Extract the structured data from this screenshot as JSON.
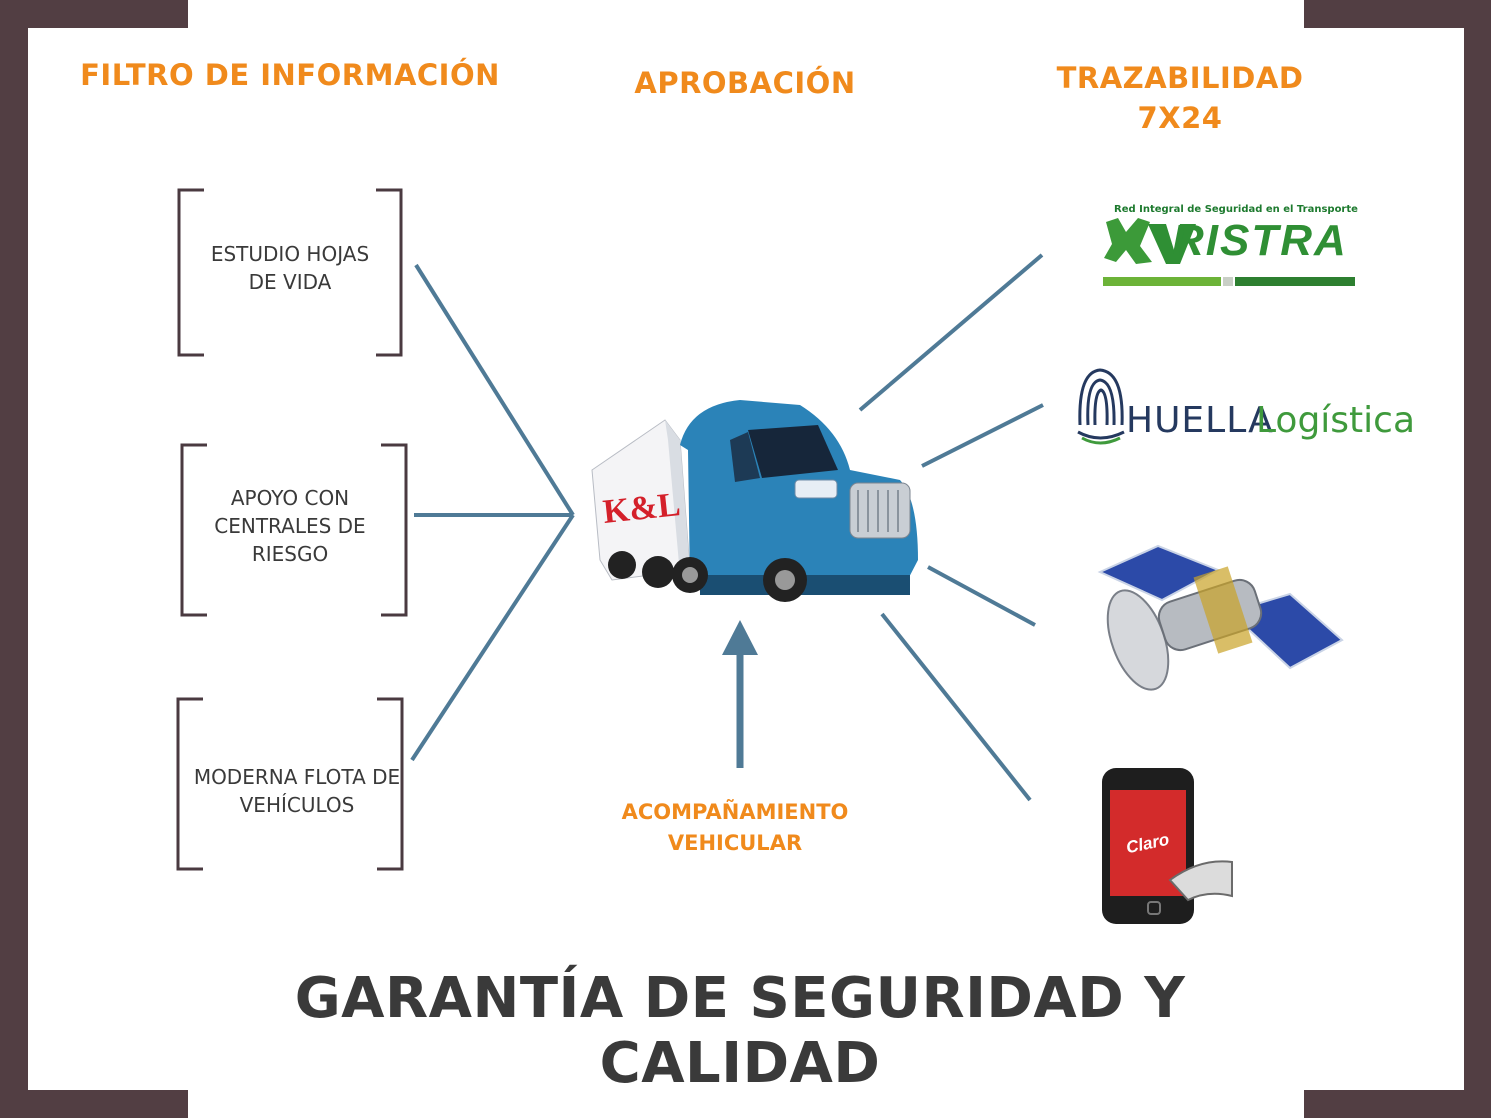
{
  "columns": {
    "left_heading": "FILTRO DE INFORMACIÓN",
    "center_heading": "APROBACIÓN",
    "right_heading_line1": "TRAZABILIDAD",
    "right_heading_line2": "7X24"
  },
  "filters": [
    {
      "line1": "ESTUDIO HOJAS",
      "line2": "DE VIDA",
      "line3": ""
    },
    {
      "line1": "APOYO CON",
      "line2": "CENTRALES DE",
      "line3": "RIESGO"
    },
    {
      "line1": "MODERNA FLOTA DE",
      "line2": "VEHÍCULOS",
      "line3": ""
    }
  ],
  "center": {
    "truck_logo": "K&L",
    "support_line1": "ACOMPAÑAMIENTO",
    "support_line2": "VEHICULAR"
  },
  "tracking": {
    "ristra_subtitle": "Red Integral de Seguridad en el Transporte",
    "ristra_name": "RISTRA",
    "huella_name_part1": "HUELLA",
    "huella_name_part2": "Logística",
    "phone_brand": "Claro"
  },
  "footer_title": "GARANTÍA DE SEGURIDAD Y CALIDAD",
  "colors": {
    "accent_orange": "#f08a1c",
    "frame": "#523e43",
    "connector": "#4f7a96",
    "text_dark": "#3a3a3a"
  }
}
